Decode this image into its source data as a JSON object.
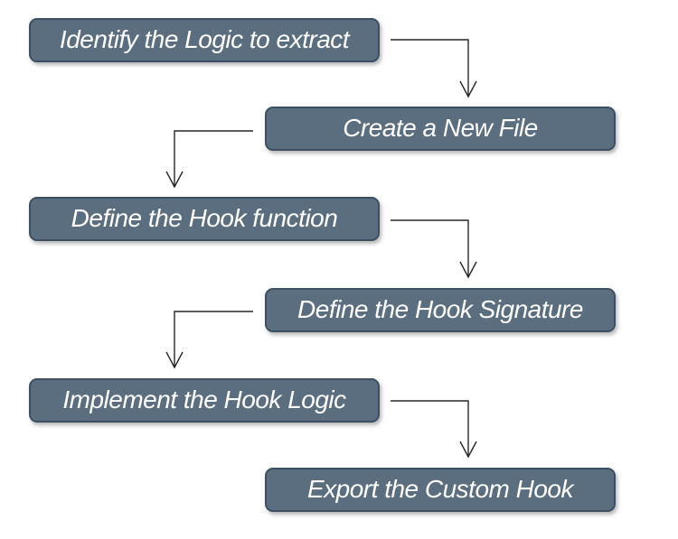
{
  "diagram": {
    "type": "flowchart",
    "nodes": [
      {
        "id": "step-1",
        "label": "Identify the Logic to extract",
        "side": "left"
      },
      {
        "id": "step-2",
        "label": "Create a New File",
        "side": "right"
      },
      {
        "id": "step-3",
        "label": "Define the Hook function",
        "side": "left"
      },
      {
        "id": "step-4",
        "label": "Define the Hook Signature",
        "side": "right"
      },
      {
        "id": "step-5",
        "label": "Implement the Hook Logic",
        "side": "left"
      },
      {
        "id": "step-6",
        "label": "Export the Custom Hook",
        "side": "right"
      }
    ],
    "edges": [
      {
        "from": "step-1",
        "to": "step-2"
      },
      {
        "from": "step-2",
        "to": "step-3"
      },
      {
        "from": "step-3",
        "to": "step-4"
      },
      {
        "from": "step-4",
        "to": "step-5"
      },
      {
        "from": "step-5",
        "to": "step-6"
      }
    ],
    "colors": {
      "node_fill": "#5b6e80",
      "node_border": "#3d4f63",
      "node_text": "#ffffff",
      "arrow": "#262626",
      "background": "#ffffff"
    }
  }
}
